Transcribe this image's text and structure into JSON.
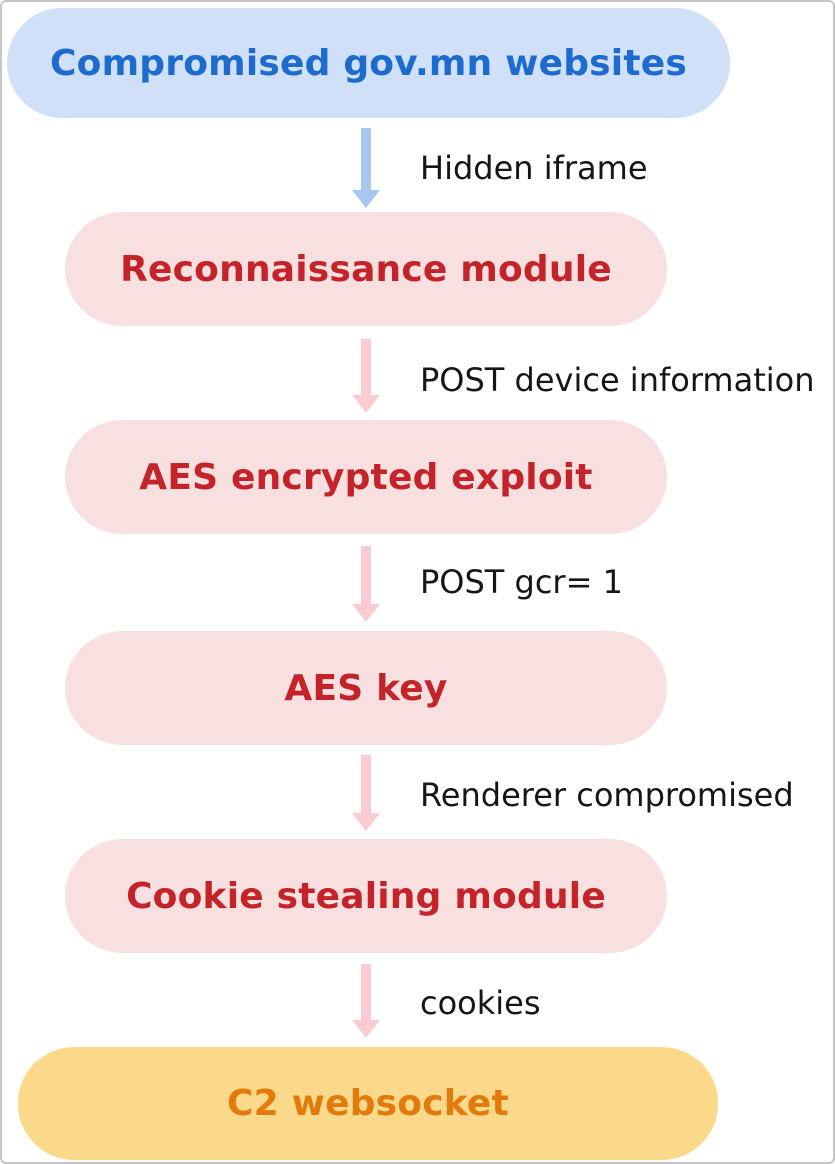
{
  "diagram": {
    "nodes": [
      {
        "id": "compromised-gov-mn-websites",
        "label": "Compromised gov.mn websites",
        "kind": "source"
      },
      {
        "id": "reconnaissance-module",
        "label": "Reconnaissance module",
        "kind": "stage"
      },
      {
        "id": "aes-encrypted-exploit",
        "label": "AES encrypted exploit",
        "kind": "stage"
      },
      {
        "id": "aes-key",
        "label": "AES key",
        "kind": "stage"
      },
      {
        "id": "cookie-stealing-module",
        "label": "Cookie stealing module",
        "kind": "stage"
      },
      {
        "id": "c2-websocket",
        "label": "C2 websocket",
        "kind": "sink"
      }
    ],
    "edges": [
      {
        "from": "compromised-gov-mn-websites",
        "to": "reconnaissance-module",
        "label": "Hidden iframe"
      },
      {
        "from": "reconnaissance-module",
        "to": "aes-encrypted-exploit",
        "label": "POST device information"
      },
      {
        "from": "aes-encrypted-exploit",
        "to": "aes-key",
        "label": "POST gcr= 1"
      },
      {
        "from": "aes-key",
        "to": "cookie-stealing-module",
        "label": "Renderer compromised"
      },
      {
        "from": "cookie-stealing-module",
        "to": "c2-websocket",
        "label": "cookies"
      }
    ],
    "colors": {
      "source_fill": "#cfe0f8",
      "source_text": "#1d6bcf",
      "stage_fill": "#f9e0e0",
      "stage_text": "#c32329",
      "sink_fill": "#fbd98a",
      "sink_text": "#e27a0c",
      "arrow_blue": "#a9c6f1",
      "arrow_pink": "#f8ccd0",
      "edge_label_text": "#161616"
    }
  }
}
